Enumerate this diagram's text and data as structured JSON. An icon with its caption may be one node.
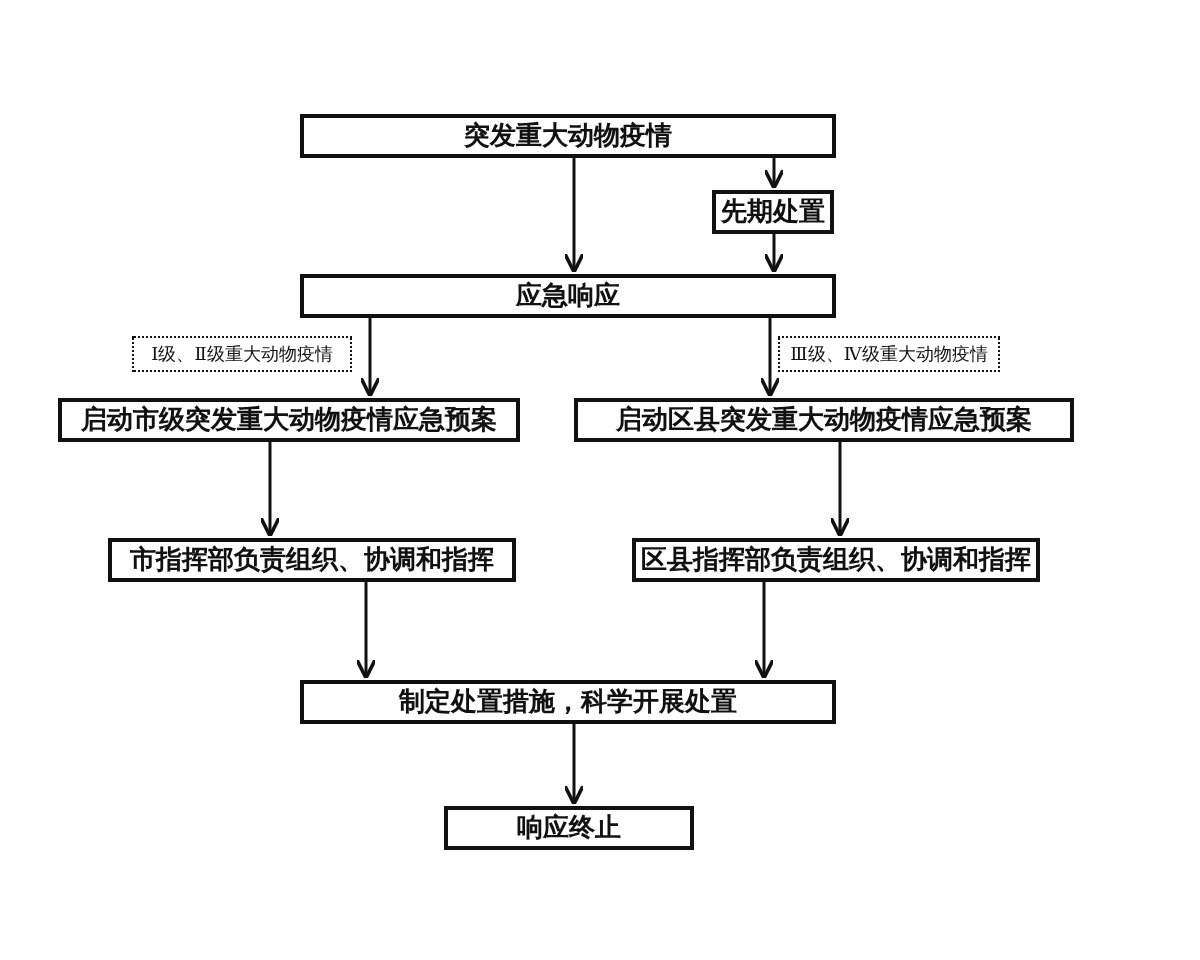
{
  "diagram": {
    "nodes": [
      {
        "text": [
          "突发重大动物疫情"
        ]
      },
      {
        "text": [
          "先期处置"
        ]
      },
      {
        "text": [
          "应急响应"
        ]
      },
      {
        "text": [
          "Ⅰ级、Ⅱ级重大动物疫情"
        ]
      },
      {
        "text": [
          "Ⅲ级、Ⅳ级重大动物疫情"
        ]
      },
      {
        "text": [
          "启动市级突发重大动物疫情应急预案"
        ]
      },
      {
        "text": [
          "启动区县突发重大动物疫情应急预案"
        ]
      },
      {
        "text": [
          "市指挥部负责组织、协调和指挥"
        ]
      },
      {
        "text": [
          "区县指挥部负责组织、协调和指挥"
        ]
      },
      {
        "text": [
          "制定处置措施，科学开展处置"
        ]
      },
      {
        "text": [
          "响应终止"
        ]
      }
    ],
    "edges": [
      {
        "from": 0,
        "to": 2,
        "arrow": "to"
      },
      {
        "from": 0,
        "to": 1,
        "arrow": "to"
      },
      {
        "from": 1,
        "to": 2,
        "arrow": "to"
      },
      {
        "from": 2,
        "to": 5,
        "arrow": "to"
      },
      {
        "from": 2,
        "to": 6,
        "arrow": "to"
      },
      {
        "from": 5,
        "to": 7,
        "arrow": "to"
      },
      {
        "from": 6,
        "to": 8,
        "arrow": "to"
      },
      {
        "from": 7,
        "to": 9,
        "arrow": "to"
      },
      {
        "from": 8,
        "to": 9,
        "arrow": "to"
      },
      {
        "from": 9,
        "to": 10,
        "arrow": "to"
      }
    ]
  }
}
